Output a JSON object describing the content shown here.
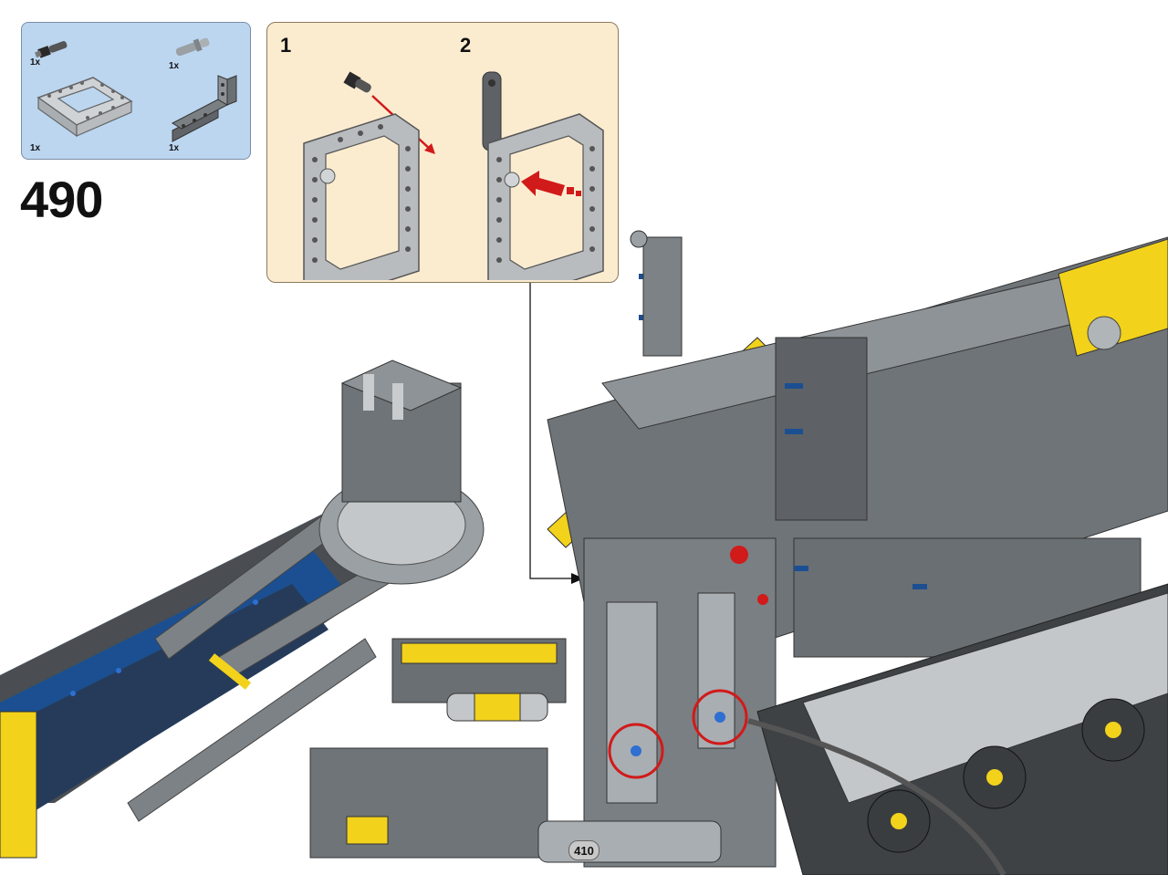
{
  "step": {
    "number": "490"
  },
  "parts_list": {
    "items": [
      {
        "name": "axle-pin-icon",
        "qty": "1x"
      },
      {
        "name": "axle-pin-with-friction-icon",
        "qty": "1x"
      },
      {
        "name": "technic-frame-5x7-icon",
        "qty": "1x"
      },
      {
        "name": "liftarm-l-shape-icon",
        "qty": "1x"
      }
    ]
  },
  "sub_steps": [
    {
      "label": "1"
    },
    {
      "label": "2"
    }
  ],
  "page": {
    "number": "410"
  },
  "colors": {
    "parts_box_bg": "#bcd6f0",
    "substep_box_bg": "#fbecd0",
    "highlight_circle": "#d11a1a",
    "brick_gray": "#8a8f94",
    "brick_light": "#c5c9cc",
    "brick_yellow": "#f2d21b",
    "brick_blue": "#1b4f91",
    "pin_blue": "#2f6fd1"
  }
}
